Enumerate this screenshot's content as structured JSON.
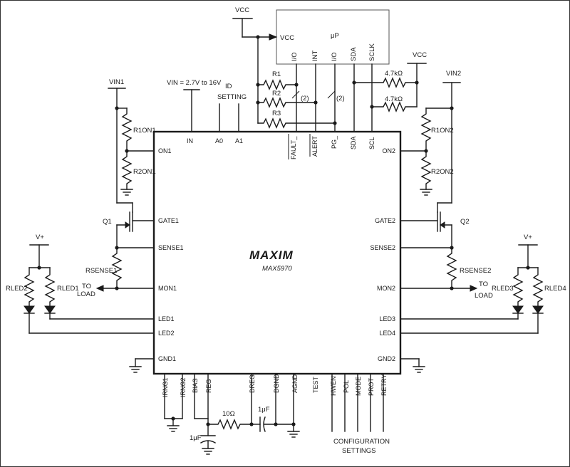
{
  "ic": {
    "logo": "MAXIM",
    "part": "MAX5970",
    "pins_top": [
      "IN",
      "A0",
      "A1",
      "FAULT_",
      "ALERT",
      "PG_",
      "SDA",
      "SCL"
    ],
    "pins_left": [
      "ON1",
      "GATE1",
      "SENSE1",
      "MON1",
      "LED1",
      "LED2",
      "GND1"
    ],
    "pins_right": [
      "ON2",
      "GATE2",
      "SENSE2",
      "MON2",
      "LED3",
      "LED4",
      "GND2"
    ],
    "pins_bottom": [
      "IRNG1",
      "IRNG2",
      "BIAS",
      "REG",
      "DREG",
      "DGND",
      "AGND",
      "TEST",
      "HWEN",
      "POL",
      "MODE",
      "PROT",
      "RETRY"
    ]
  },
  "mcu": {
    "name": "μP",
    "vcc": "VCC",
    "pins": [
      "I/O",
      "INT",
      "I/O",
      "SDA",
      "SCLK"
    ]
  },
  "labels": {
    "vcc_top": "VCC",
    "vcc_right": "VCC",
    "vin1": "VIN1",
    "vin2": "VIN2",
    "vin_range": "VIN = 2.7V to 16V",
    "id_setting_1": "ID",
    "id_setting_2": "SETTING",
    "v_plus_left": "V+",
    "v_plus_right": "V+",
    "to_load_left_1": "TO",
    "to_load_left_2": "LOAD",
    "to_load_right_1": "TO",
    "to_load_right_2": "LOAD",
    "q1": "Q1",
    "q2": "Q2",
    "config_1": "CONFIGURATION",
    "config_2": "SETTINGS",
    "note_2a": "(2)",
    "note_2b": "(2)"
  },
  "components": {
    "r1": "R1",
    "r2": "R2",
    "r3": "R3",
    "pullup_1": "4.7kΩ",
    "pullup_2": "4.7kΩ",
    "r1on1": "R1ON1",
    "r2on1": "R2ON1",
    "r1on2": "R1ON2",
    "r2on2": "R2ON2",
    "rsense1": "RSENSE1",
    "rsense2": "RSENSE2",
    "rled1": "RLED1",
    "rled2": "RLED2",
    "rled3": "RLED3",
    "rled4": "RLED4",
    "r_10ohm": "10Ω",
    "c_1uf_a": "1μF",
    "c_1uf_b": "1μF"
  }
}
